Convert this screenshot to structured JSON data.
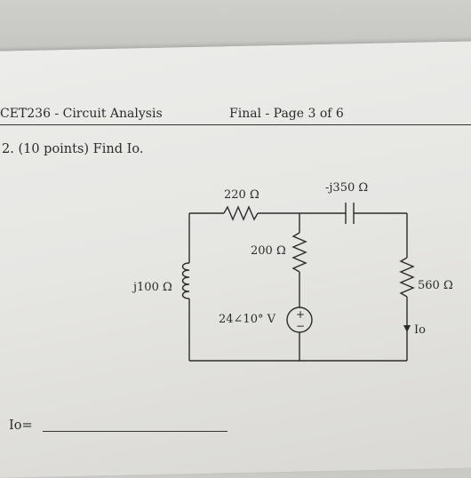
{
  "header": {
    "course": "CET236 - Circuit Analysis",
    "page": "Final - Page 3 of 6"
  },
  "question": {
    "text": "2. (10 points) Find Io."
  },
  "circuit": {
    "r_top": "220 Ω",
    "capacitor": "-j350 Ω",
    "r_middle": "200 Ω",
    "inductor": "j100 Ω",
    "r_right": "560 Ω",
    "source": "24∠10° V",
    "current": "Io",
    "source_plus": "+",
    "source_minus": "−"
  },
  "answer": {
    "label": "Io="
  }
}
